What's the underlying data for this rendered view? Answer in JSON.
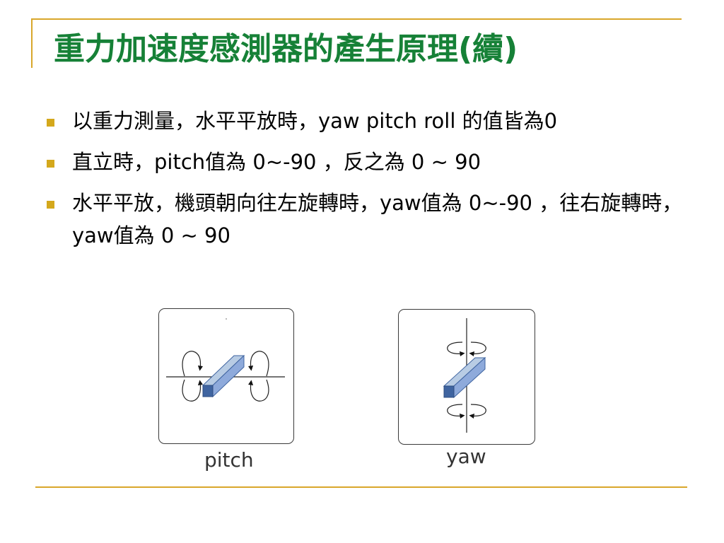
{
  "slide": {
    "title": "重力加速度感測器的產生原理(續)",
    "bullets": [
      {
        "text": "以重力測量，水平平放時，yaw pitch roll 的值皆為0"
      },
      {
        "text": "直立時，pitch值為 0~-90 ，反之為 0 ~ 90"
      },
      {
        "text": "水平平放，機頭朝向往左旋轉時，yaw值為 0~-90 ，往右旋轉時，yaw值為 0 ~ 90"
      }
    ],
    "figures": [
      {
        "caption": "pitch",
        "icon": "pitch-rotation-icon"
      },
      {
        "caption": "yaw",
        "icon": "yaw-rotation-icon"
      }
    ]
  },
  "colors": {
    "title": "#168137",
    "accent": "#d9a72b",
    "bullet": "#d4a81c",
    "block_top": "#b8cce4",
    "block_side": "#8eaadb",
    "block_end": "#3f64a0"
  }
}
